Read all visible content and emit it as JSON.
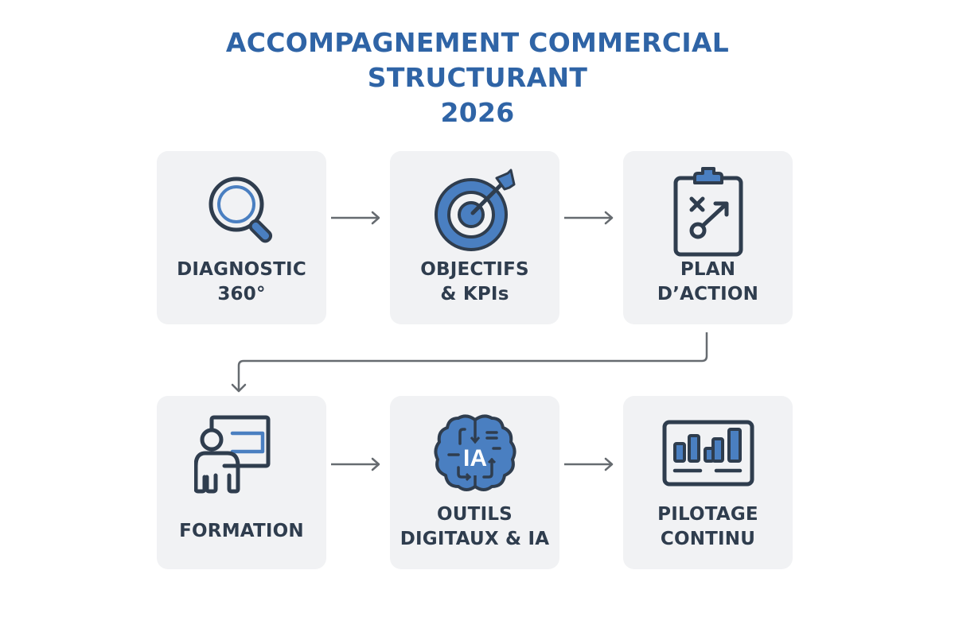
{
  "title": {
    "line1": "ACCOMPAGNEMENT COMMERCIAL",
    "line2": "STRUCTURANT",
    "line3": "2026"
  },
  "colors": {
    "title": "#2f64a6",
    "accent": "#4a7fc1",
    "stroke": "#2f3d4e",
    "card_bg": "#f1f2f4",
    "arrow": "#666b70"
  },
  "steps": [
    {
      "id": 1,
      "icon": "magnifier-icon",
      "label_line1": "DIAGNOSTIC",
      "label_line2": "360°"
    },
    {
      "id": 2,
      "icon": "target-icon",
      "label_line1": "OBJECTIFS",
      "label_line2": "& KPIs"
    },
    {
      "id": 3,
      "icon": "clipboard-plan-icon",
      "label_line1": "PLAN",
      "label_line2": "D’ACTION"
    },
    {
      "id": 4,
      "icon": "presentation-icon",
      "label_line1": "FORMATION",
      "label_line2": ""
    },
    {
      "id": 5,
      "icon": "ai-brain-icon",
      "label_line1": "OUTILS",
      "label_line2": "DIGITAUX & IA",
      "icon_text": "IA"
    },
    {
      "id": 6,
      "icon": "dashboard-chart-icon",
      "label_line1": "PILOTAGE",
      "label_line2": "CONTINU"
    }
  ],
  "connections": [
    {
      "from": 1,
      "to": 2
    },
    {
      "from": 2,
      "to": 3
    },
    {
      "from": 3,
      "to": 4
    },
    {
      "from": 4,
      "to": 5
    },
    {
      "from": 5,
      "to": 6
    }
  ]
}
